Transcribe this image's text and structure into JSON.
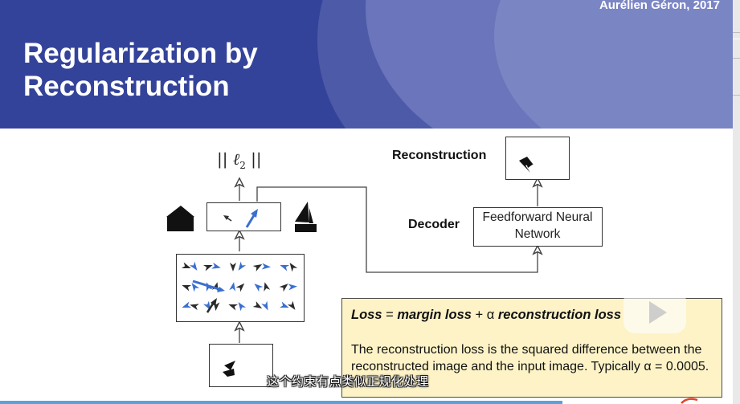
{
  "slide": {
    "credit": "Aurélien Géron, 2017",
    "title": "Regularization by Reconstruction"
  },
  "diagram": {
    "norm_label": "|| ℓ₂ ||",
    "reconstruction_label": "Reconstruction",
    "decoder_label": "Decoder",
    "decoder_box_text": "Feedforward Neural Network"
  },
  "loss_box": {
    "prefix": "Loss",
    "equals": " = ",
    "margin_loss": "margin loss",
    "plus_alpha": " + α ",
    "reconstruction_loss": "reconstruction loss",
    "body": "The reconstruction loss is the squared difference between the reconstructed image and the input image. Typically α = 0.0005."
  },
  "overlay": {
    "subtitle": "这个约束有点类似正规化处理",
    "play_icon": "play-icon"
  },
  "colors": {
    "header": "#34439a",
    "loss_box_bg": "#fdf3c7",
    "arrow_blue": "#3a6fd0",
    "arrow_dark": "#2b2b2b"
  }
}
